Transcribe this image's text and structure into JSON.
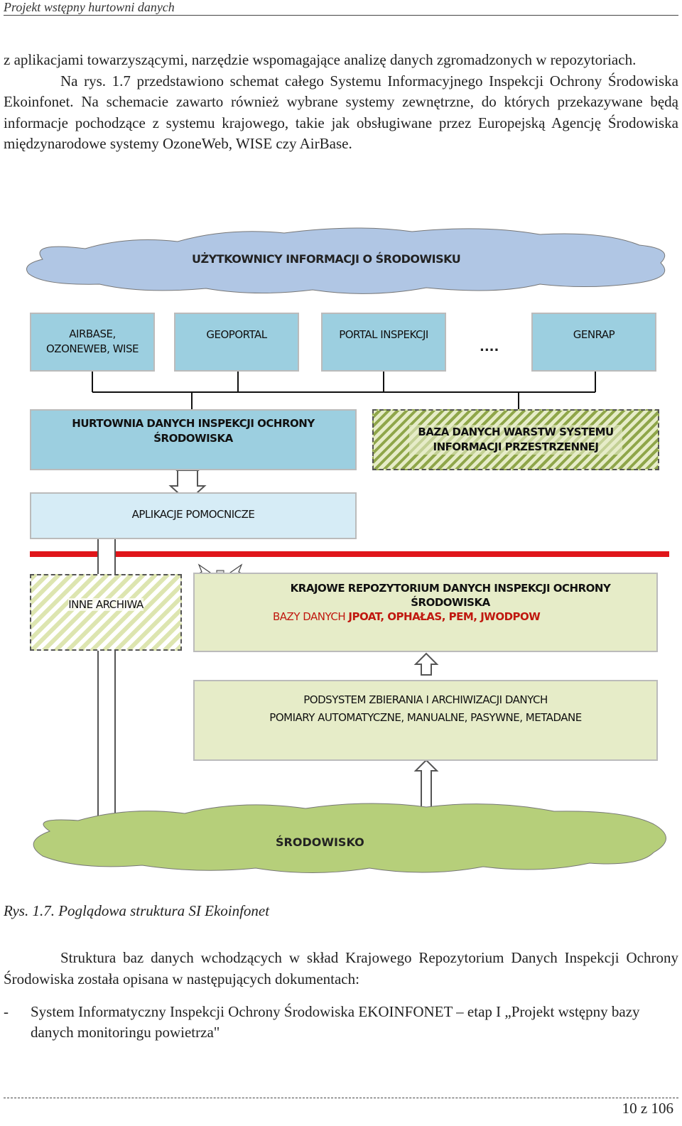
{
  "header": {
    "title": "Projekt wstępny hurtowni danych"
  },
  "intro": {
    "p1": "z aplikacjami towarzyszącymi, narzędzie wspomagające analizę danych zgromadzonych w repozytoriach.",
    "p2": "Na rys. 1.7 przedstawiono schemat całego Systemu Informacyjnego Inspekcji Ochrony Środowiska Ekoinfonet. Na schemacie zawarto również wybrane systemy zewnętrzne, do których przekazywane będą informacje pochodzące z systemu krajowego, takie jak obsługiwane przez Europejską Agencję Środowiska międzynarodowe systemy OzoneWeb, WISE czy AirBase."
  },
  "diagram": {
    "top_cloud": "UŻYTKOWNICY INFORMACJI O ŚRODOWISKU",
    "portals": {
      "airbase": "AIRBASE, OZONEWEB, WISE",
      "geoportal": "GEOPORTAL",
      "portal_inspekcji": "PORTAL INSPEKCJI",
      "ellipsis": "....",
      "genrap": "GENRAP"
    },
    "hurtownia": "HURTOWNIA DANYCH INSPEKCJI OCHRONY ŚRODOWISKA",
    "baza_warstw": "BAZA DANYCH WARSTW SYSTEMU INFORMACJI PRZESTRZENNEJ",
    "aplikacje": "APLIKACJE POMOCNICZE",
    "inne_archiwa": "INNE ARCHIWA",
    "repozytorium": {
      "title": "KRAJOWE REPOZYTORIUM DANYCH INSPEKCJI OCHRONY ŚRODOWISKA",
      "bazy_prefix": "BAZY DANYCH ",
      "bazy_list": "JPOAT, OPHAŁAS, PEM, JWODPOW"
    },
    "podsystem": {
      "line1": "PODSYSTEM ZBIERANIA I ARCHIWIZACJI DANYCH",
      "line2": "POMIARY AUTOMATYCZNE, MANUALNE, PASYWNE, METADANE"
    },
    "bottom_cloud": "ŚRODOWISKO",
    "colors": {
      "blue_box": "#9ccfe0",
      "light_blue": "#d6ecf6",
      "green_box": "#e6ecc8",
      "cloud_blue": "#b0c6e4",
      "cloud_green": "#b6cf7a",
      "red_line": "#e0161a"
    }
  },
  "caption": "Rys. 1.7. Poglądowa struktura SI Ekoinfonet",
  "outro": {
    "p1": "Struktura baz danych wchodzących w skład Krajowego Repozytorium Danych Inspekcji Ochrony Środowiska została opisana w następujących dokumentach:",
    "bullet_dash": "-",
    "bullet1": "System Informatyczny Inspekcji Ochrony Środowiska EKOINFONET – etap I „Projekt wstępny bazy danych monitoringu powietrza\""
  },
  "footer": {
    "page": "10 z 106"
  }
}
